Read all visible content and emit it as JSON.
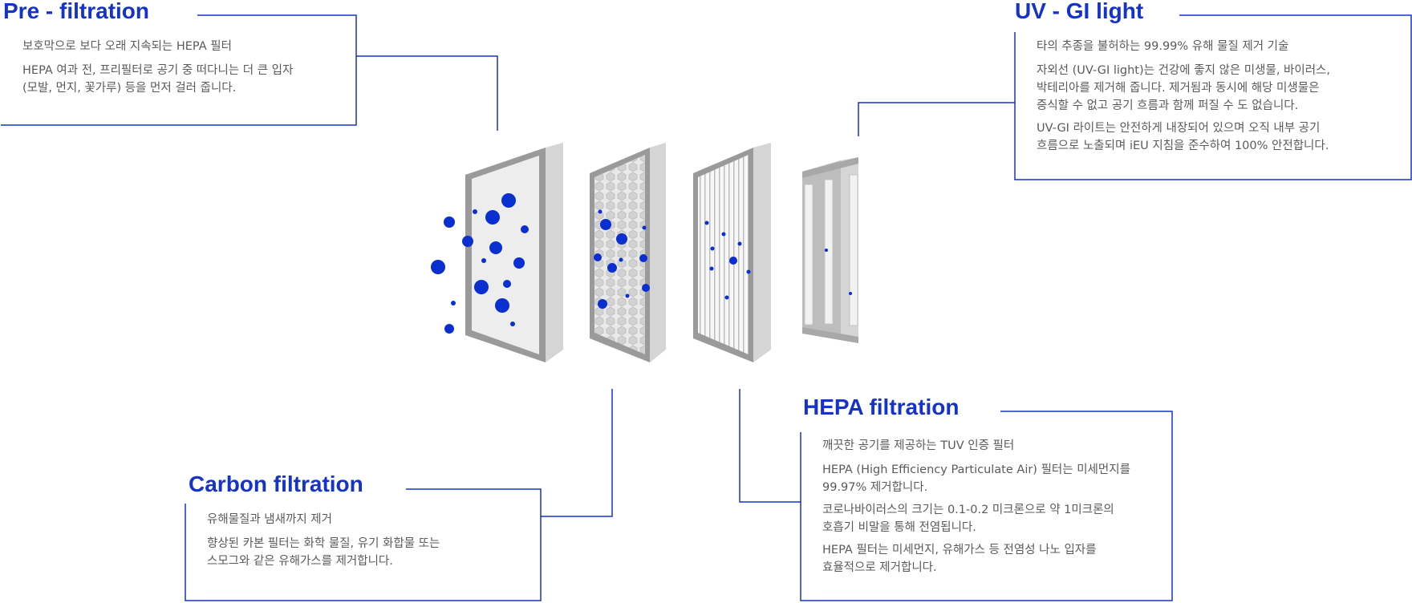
{
  "accent_color": "#1533c6",
  "sections": {
    "pre": {
      "title": "Pre - filtration",
      "subtitle": "보호막으로 보다 오래 지속되는 HEPA 필터",
      "body": "HEPA 여과 전, 프리필터로 공기 중 떠다니는 더 큰 입자\n(모발, 먼지, 꽃가루) 등을 먼저 걸러 줍니다."
    },
    "uv": {
      "title": "UV - GI light",
      "subtitle": "타의 추종을 불허하는 99.99% 유해 물질 제거 기술",
      "body1": "자외선 (UV-GI light)는 건강에 좋지 않은 미생물, 바이러스,\n박테리아를 제거해 줍니다. 제거됨과 동시에 해당 미생물은\n증식할 수 없고 공기 흐름과 함께 퍼질 수 도 없습니다.",
      "body2": "UV-GI 라이트는 안전하게 내장되어 있으며 오직 내부 공기\n흐름으로 노출되며 iEU 지침을 준수하여 100% 안전합니다."
    },
    "carbon": {
      "title": "Carbon filtration",
      "subtitle": "유해물질과 냄새까지 제거",
      "body": "향상된 카본 필터는 화학 물질, 유기 화합물 또는\n스모그와 같은 유해가스를 제거합니다."
    },
    "hepa": {
      "title": "HEPA filtration",
      "subtitle": "깨끗한 공기를 제공하는 TUV 인증 필터",
      "body1": "HEPA (High Efficiency Particulate Air) 필터는 미세먼지를\n99.97% 제거합니다.",
      "body2": "코로나바이러스의 크기는 0.1-0.2 미크론으로 약 1미크론의\n호흡기 비말을 통해 전염됩니다.",
      "body3": "HEPA 필터는 미세먼지, 유해가스 등 전염성 나노 입자를\n효율적으로 제거합니다."
    }
  },
  "illustration": {
    "filters": [
      "pre-filter",
      "carbon-filter",
      "hepa-filter",
      "uv-lamp-frame"
    ],
    "particle_color": "#0a2fd0"
  }
}
